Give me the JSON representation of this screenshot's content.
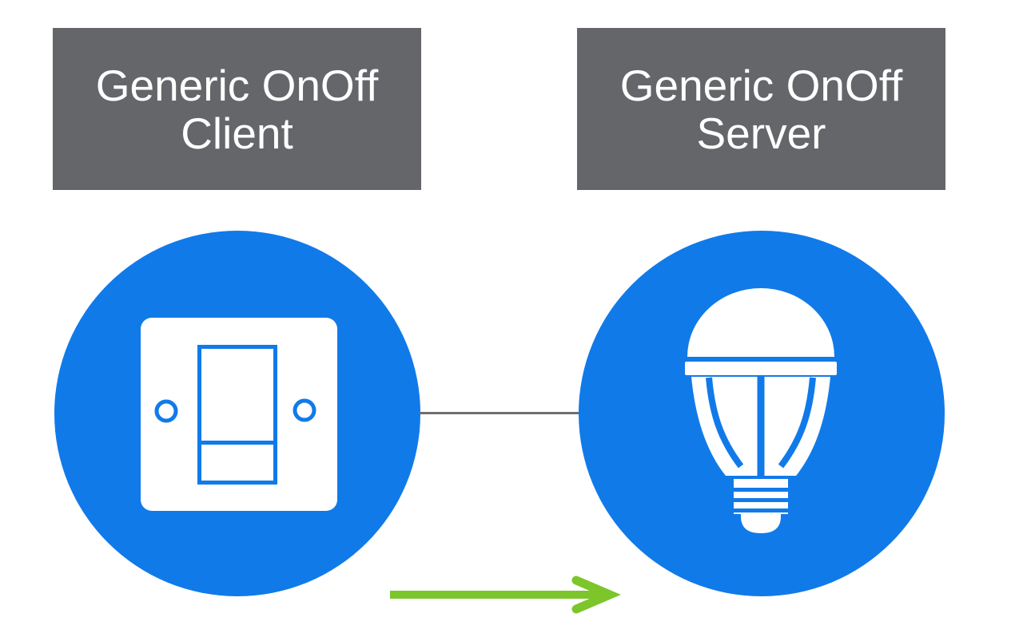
{
  "colors": {
    "background": "#ffffff",
    "box-gray": "#646669",
    "circle-blue": "#117AE9",
    "connector-gray": "#6E6E6E",
    "arrow-green": "#7CC52B",
    "label-text": "#ffffff"
  },
  "nodes": {
    "client": {
      "label_line1": "Generic OnOff",
      "label_line2": "Client",
      "icon": "light-switch-icon"
    },
    "server": {
      "label_line1": "Generic OnOff",
      "label_line2": "Server",
      "icon": "light-bulb-icon"
    }
  },
  "connector": {
    "style": "solid-line"
  },
  "arrow": {
    "icon": "right-arrow-icon",
    "direction": "right"
  }
}
